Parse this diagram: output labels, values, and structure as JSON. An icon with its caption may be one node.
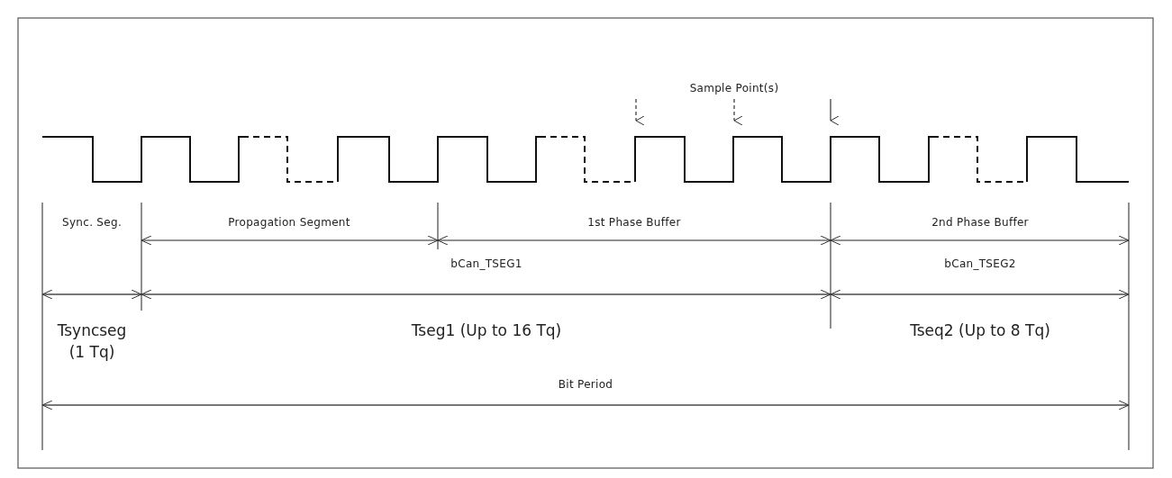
{
  "diagram": {
    "labels": [
      "Sample Point(s)",
      "Sync. Seg.",
      "Propagation Segment",
      "1st Phase Buffer",
      "2nd Phase Buffer",
      "bCan_TSEG1",
      "bCan_TSEG2",
      "Tsyncseg (1 Tq)",
      "Tseg1 (Up to 16 Tq)",
      "Tseq2 (Up to 8 Tq)",
      "Bit Period"
    ]
  }
}
